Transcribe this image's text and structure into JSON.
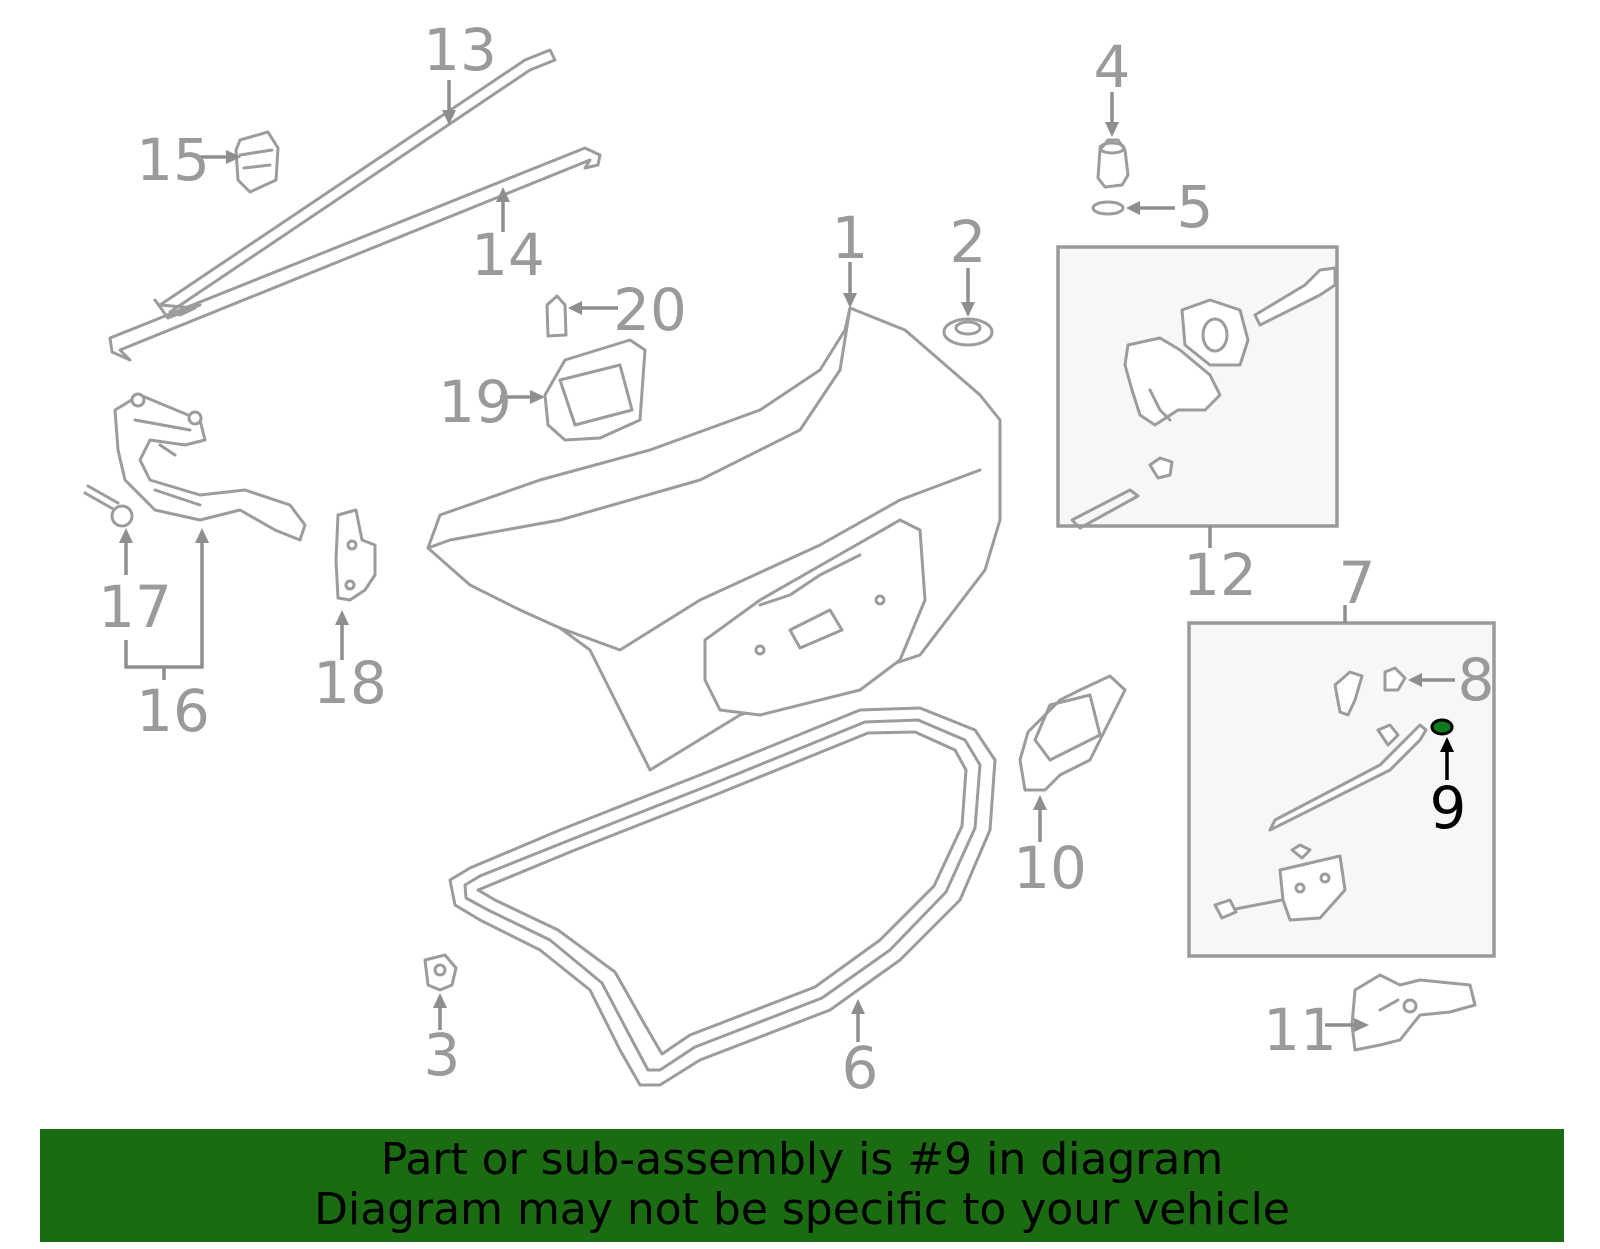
{
  "callouts": {
    "n1": "1",
    "n2": "2",
    "n3": "3",
    "n4": "4",
    "n5": "5",
    "n6": "6",
    "n7": "7",
    "n8": "8",
    "n9": "9",
    "n10": "10",
    "n11": "11",
    "n12": "12",
    "n13": "13",
    "n14": "14",
    "n15": "15",
    "n16": "16",
    "n17": "17",
    "n18": "18",
    "n19": "19",
    "n20": "20"
  },
  "highlighted_part": "9",
  "colors": {
    "banner": "#1a6b12",
    "linework": "#9c9c9c",
    "highlight": "#0f7a1e",
    "box_fill": "#f7f7f7"
  },
  "banner": {
    "line1": "Part or sub-assembly is #9 in diagram",
    "line2": "Diagram may not be specific to your vehicle"
  }
}
